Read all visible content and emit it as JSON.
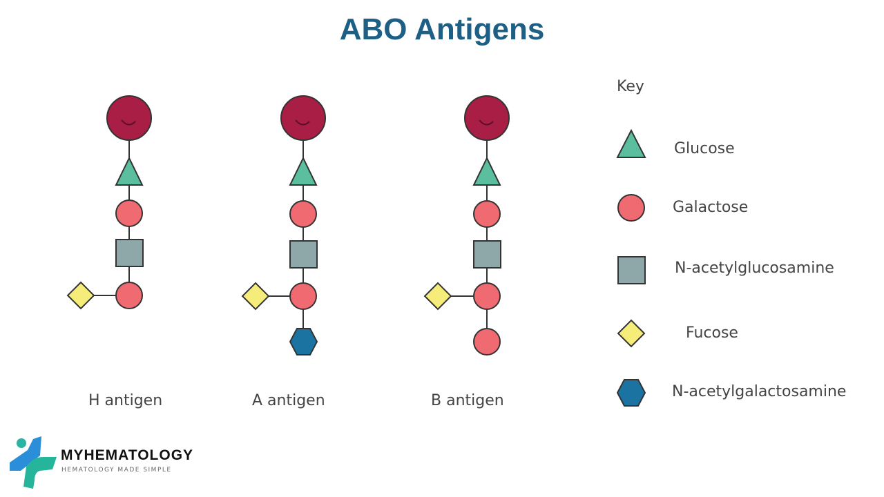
{
  "title": "ABO Antigens",
  "antigens": [
    {
      "label": "H antigen"
    },
    {
      "label": "A antigen"
    },
    {
      "label": "B antigen"
    }
  ],
  "key": {
    "heading": "Key",
    "items": [
      {
        "label": "Glucose",
        "shape": "triangle"
      },
      {
        "label": "Galactose",
        "shape": "circle"
      },
      {
        "label": "N-acetylglucosamine",
        "shape": "square"
      },
      {
        "label": "Fucose",
        "shape": "diamond"
      },
      {
        "label": "N-acetylgalactosamine",
        "shape": "hexagon"
      }
    ]
  },
  "colors": {
    "title": "#1e5f86",
    "ceramide": "#a91e45",
    "glucose": "#5bbf9f",
    "galactose": "#f06a72",
    "glcnac": "#8ea8aa",
    "fucose": "#f5ec7a",
    "galnac": "#1a73a0"
  },
  "logo": {
    "name": "MYHEMATOLOGY",
    "tagline": "HEMATOLOGY MADE SIMPLE"
  }
}
